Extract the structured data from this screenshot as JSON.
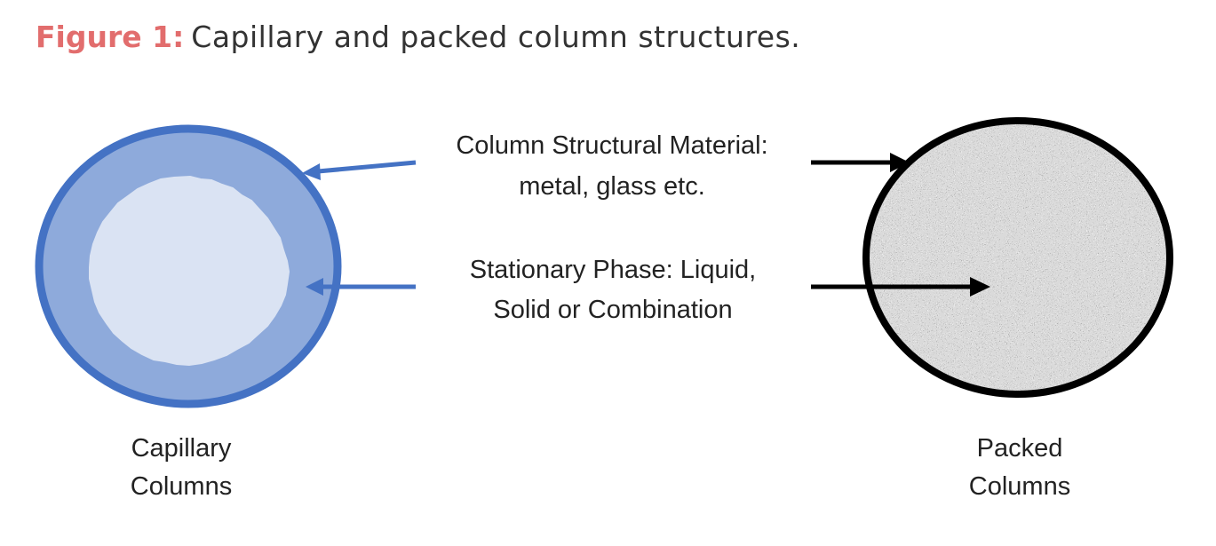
{
  "figure": {
    "label": "Figure 1:",
    "title": "Capillary and packed column structures."
  },
  "labels": {
    "structural_material_line1": "Column Structural Material:",
    "structural_material_line2": "metal, glass etc.",
    "stationary_phase_line1": "Stationary Phase:  Liquid,",
    "stationary_phase_line2": "Solid or Combination",
    "capillary_line1": "Capillary",
    "capillary_line2": "Columns",
    "packed_line1": "Packed",
    "packed_line2": "Columns"
  },
  "colors": {
    "accent": "#e26d6d",
    "capillary_wall": "#4472c4",
    "capillary_phase": "#8eaadb",
    "capillary_bore": "#dae3f3",
    "packed_outline": "#000000"
  }
}
